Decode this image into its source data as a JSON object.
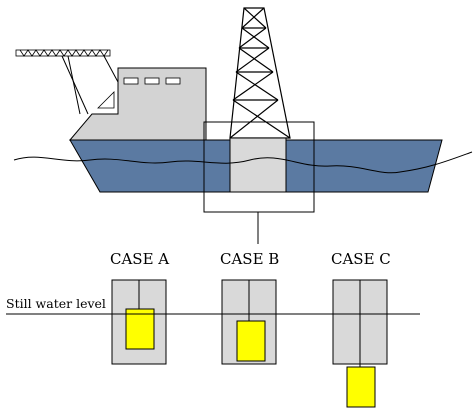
{
  "labels": {
    "case_a": "CASE A",
    "case_b": "CASE B",
    "case_c": "CASE C",
    "still_water": "Still water level"
  },
  "colors": {
    "hull_water": "#5b7aa2",
    "superstructure": "#d3d3d3",
    "caisson": "#d9d9d9",
    "float_block": "#ffff00",
    "outline": "#000000"
  }
}
